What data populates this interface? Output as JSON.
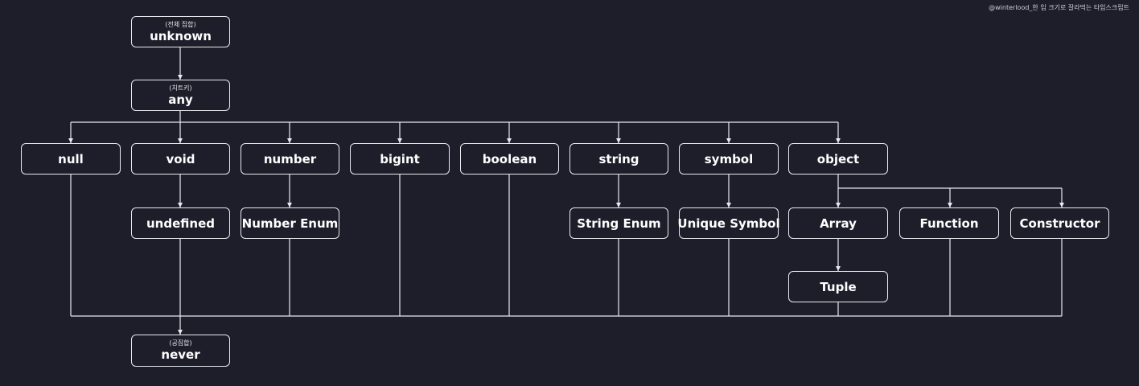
{
  "credit": "@winterlood_한 입 크기로 잘라먹는 타입스크립트",
  "nodes": {
    "unknown": {
      "label": "unknown",
      "sub": "(전체 집합)"
    },
    "any": {
      "label": "any",
      "sub": "(치트키)"
    },
    "null": {
      "label": "null"
    },
    "void": {
      "label": "void"
    },
    "number": {
      "label": "number"
    },
    "bigint": {
      "label": "bigint"
    },
    "boolean": {
      "label": "boolean"
    },
    "string": {
      "label": "string"
    },
    "symbol": {
      "label": "symbol"
    },
    "object": {
      "label": "object"
    },
    "undefined": {
      "label": "undefined"
    },
    "number_enum": {
      "label": "Number Enum"
    },
    "string_enum": {
      "label": "String Enum"
    },
    "unique_symbol": {
      "label": "Unique Symbol"
    },
    "array": {
      "label": "Array"
    },
    "function": {
      "label": "Function"
    },
    "constructor": {
      "label": "Constructor"
    },
    "tuple": {
      "label": "Tuple"
    },
    "never": {
      "label": "never",
      "sub": "(공집합)"
    }
  },
  "colors": {
    "background": "#1e1d2a",
    "line": "#e9e9f0",
    "text": "#ffffff"
  }
}
